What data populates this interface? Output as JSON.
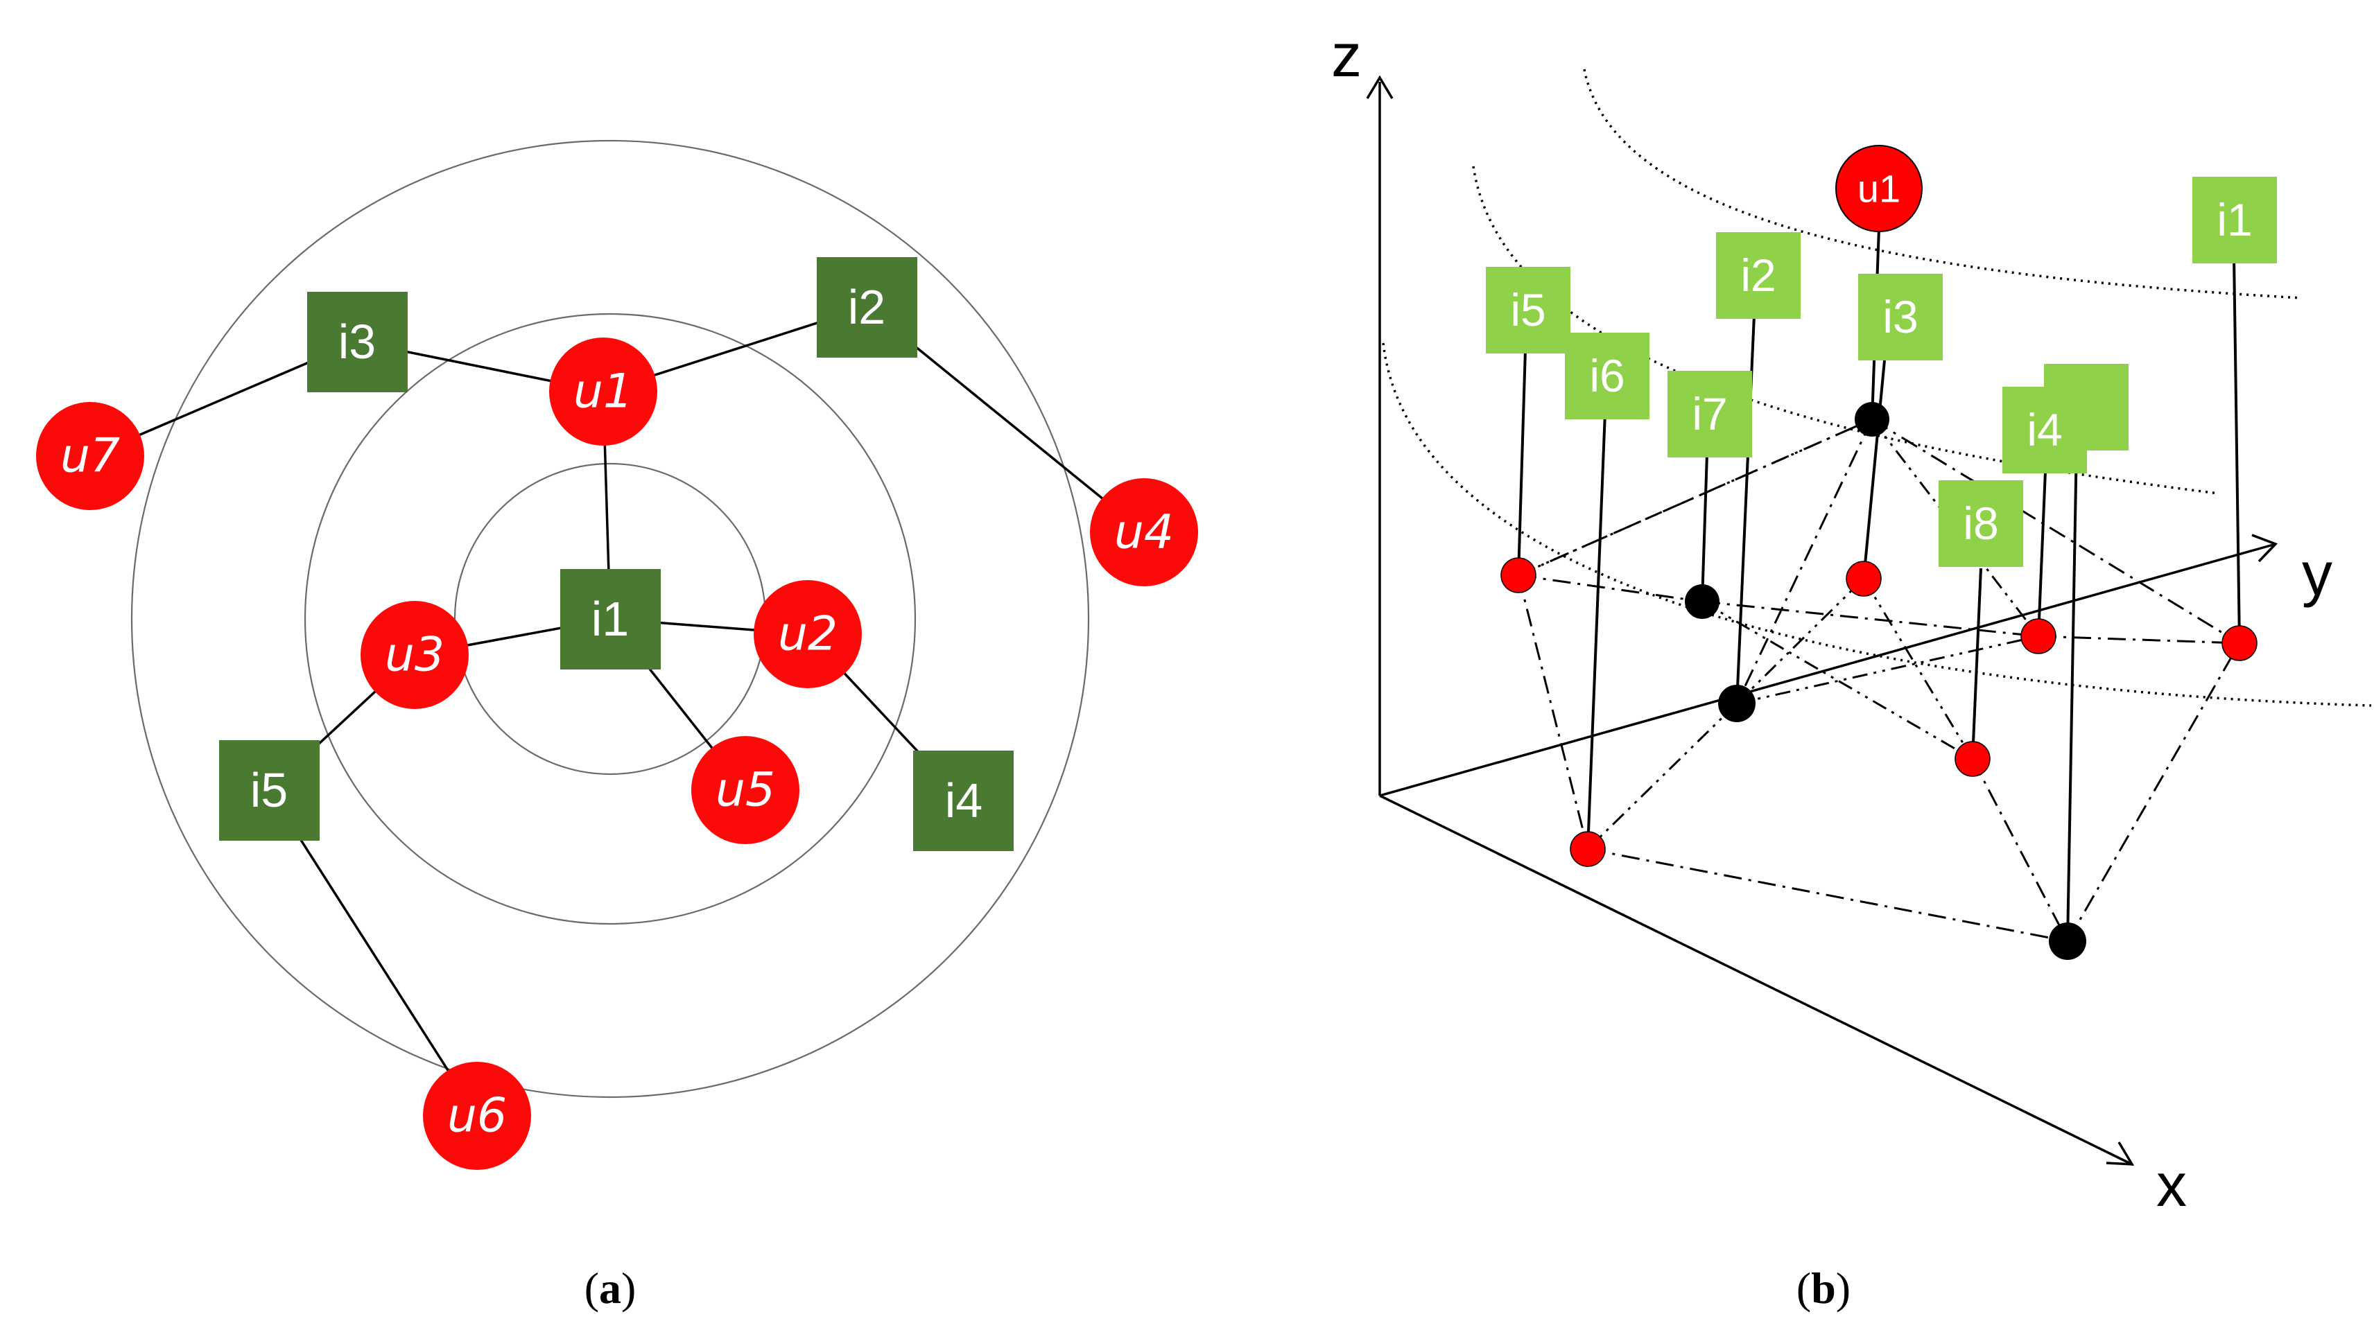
{
  "panel_a": {
    "caption_letter": "a",
    "users": [
      "u1",
      "u2",
      "u3",
      "u4",
      "u5",
      "u6",
      "u7"
    ],
    "items": [
      "i1",
      "i2",
      "i3",
      "i4",
      "i5"
    ]
  },
  "panel_b": {
    "caption_letter": "b",
    "axes": {
      "x": "x",
      "y": "y",
      "z": "z"
    },
    "user": "u1",
    "items": [
      "i1",
      "i2",
      "i3",
      "i4",
      "i5",
      "i6",
      "i7",
      "i8"
    ]
  },
  "colors": {
    "user_node": "#fc0a0a",
    "item_dark": "#4a7a32",
    "item_light": "#8fd24a"
  }
}
